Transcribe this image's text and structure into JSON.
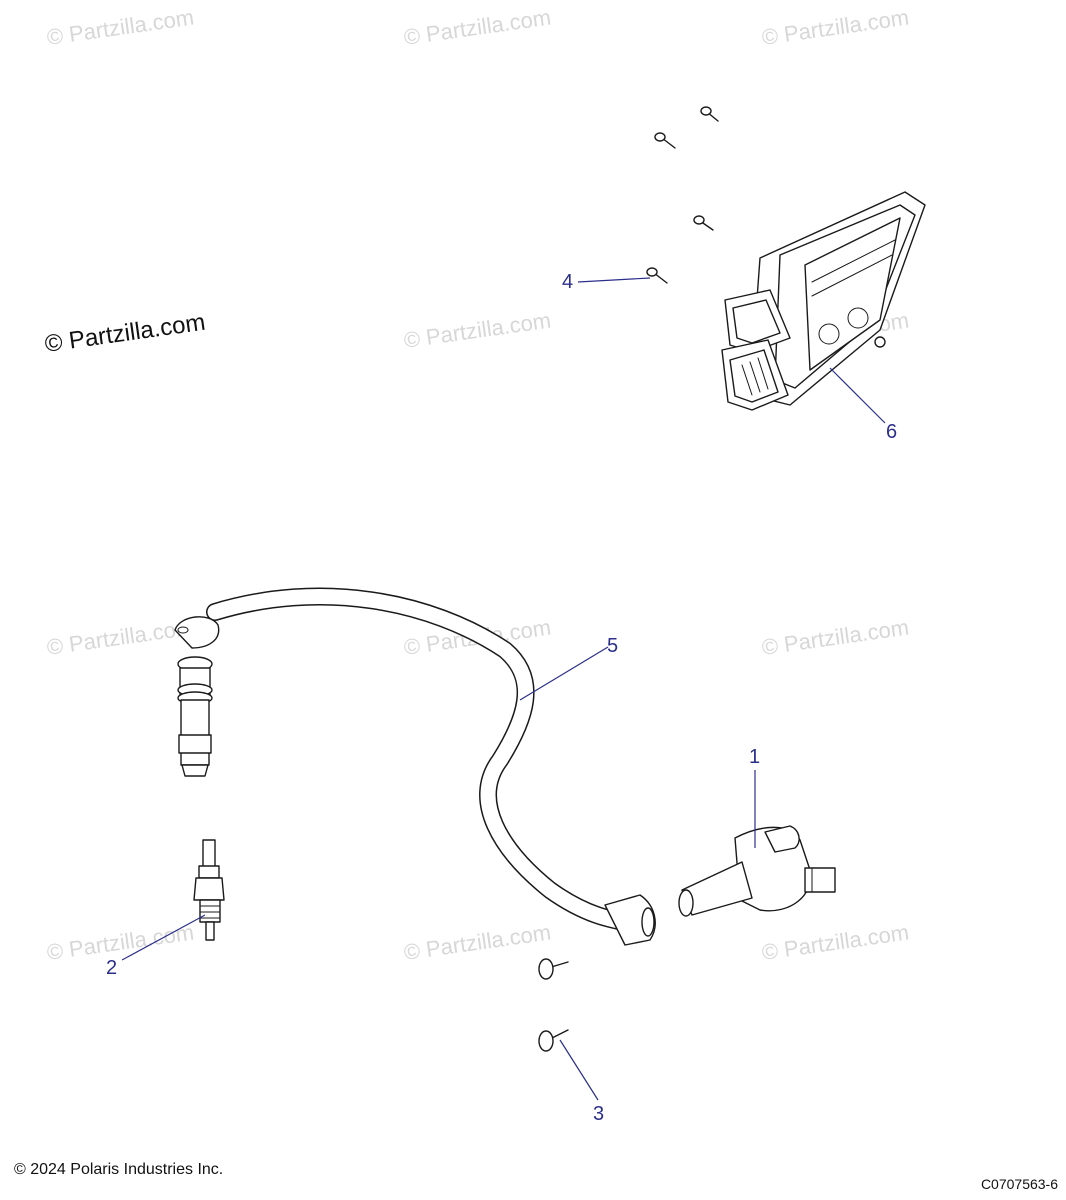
{
  "watermarks": {
    "text": "© Partzilla.com",
    "main_text": "© Partzilla.com"
  },
  "callouts": [
    {
      "label": "1"
    },
    {
      "label": "2"
    },
    {
      "label": "3"
    },
    {
      "label": "4"
    },
    {
      "label": "5"
    },
    {
      "label": "6"
    }
  ],
  "footer": {
    "copyright": "© 2024 Polaris Industries Inc.",
    "drawing_code": "C0707563-6"
  },
  "colors": {
    "callout": "#2b2f8a",
    "watermark": "#d7d7d7",
    "linework": "#1a1a1a"
  }
}
